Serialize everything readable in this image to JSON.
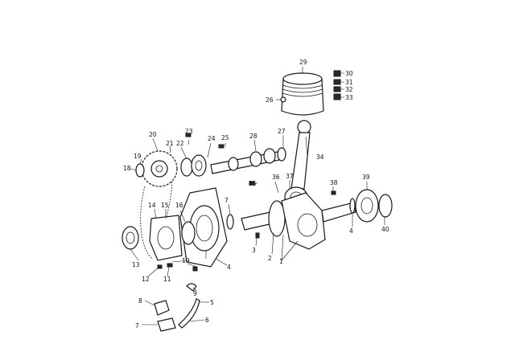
{
  "labels": {
    "l1": "1",
    "l2": "2",
    "l3": "3",
    "l4": "4",
    "l4b": "4",
    "l5": "5",
    "l6": "6",
    "l7": "7",
    "l7b": "7",
    "l8": "8",
    "l9": "9",
    "l10": "10",
    "l11": "11",
    "l12": "12",
    "l13": "13",
    "l14": "14",
    "l15": "15",
    "l16": "16",
    "l18": "18",
    "l19": "19",
    "l20": "20",
    "l21": "21",
    "l22": "22",
    "l23": "23",
    "l24": "24",
    "l25": "25",
    "l26": "26",
    "l27": "27",
    "l28": "28",
    "l29": "29",
    "l30": "30",
    "l31": "31",
    "l32": "32",
    "l33": "33",
    "l34": "34",
    "l35": "35",
    "l36": "36",
    "l37": "37",
    "l38": "38",
    "l39": "39",
    "l40": "40"
  }
}
